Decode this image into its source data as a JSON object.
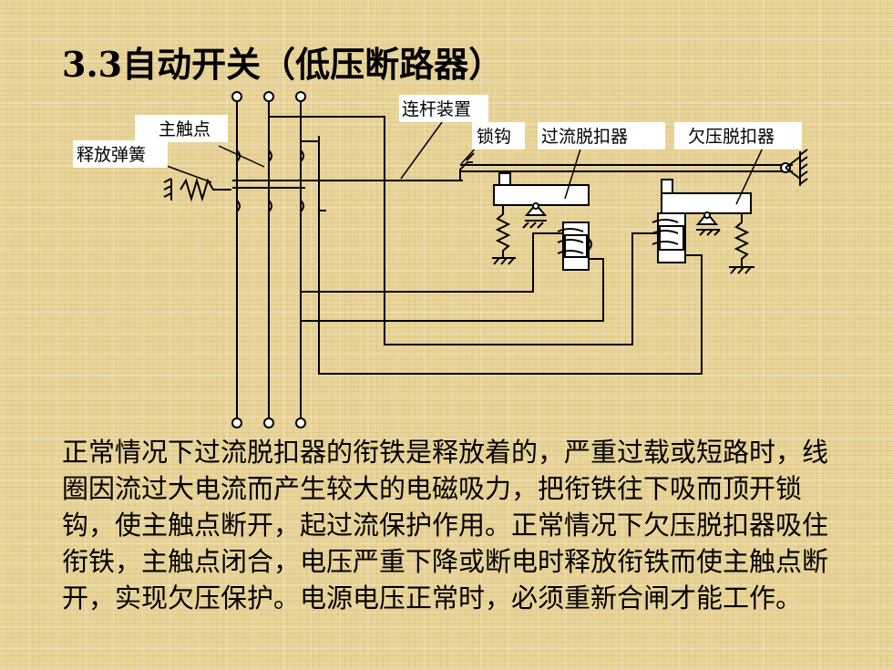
{
  "title": "3.3自动开关（低压断路器）",
  "diagram": {
    "labels": {
      "main_contact": "主触点",
      "release_spring": "释放弹簧",
      "linkage": "连杆装置",
      "latch": "锁钩",
      "overcurrent_release": "过流脱扣器",
      "undervoltage_release": "欠压脱扣器"
    }
  },
  "description": "正常情况下过流脱扣器的衔铁是释放着的，严重过载或短路时，线圈因流过大电流而产生较大的电磁吸力，把衔铁往下吸而顶开锁钩，使主触点断开，起过流保护作用。正常情况下欠压脱扣器吸住衔铁，主触点闭合，电压严重下降或断电时释放衔铁而使主触点断开，实现欠压保护。电源电压正常时，必须重新合闸才能工作。"
}
